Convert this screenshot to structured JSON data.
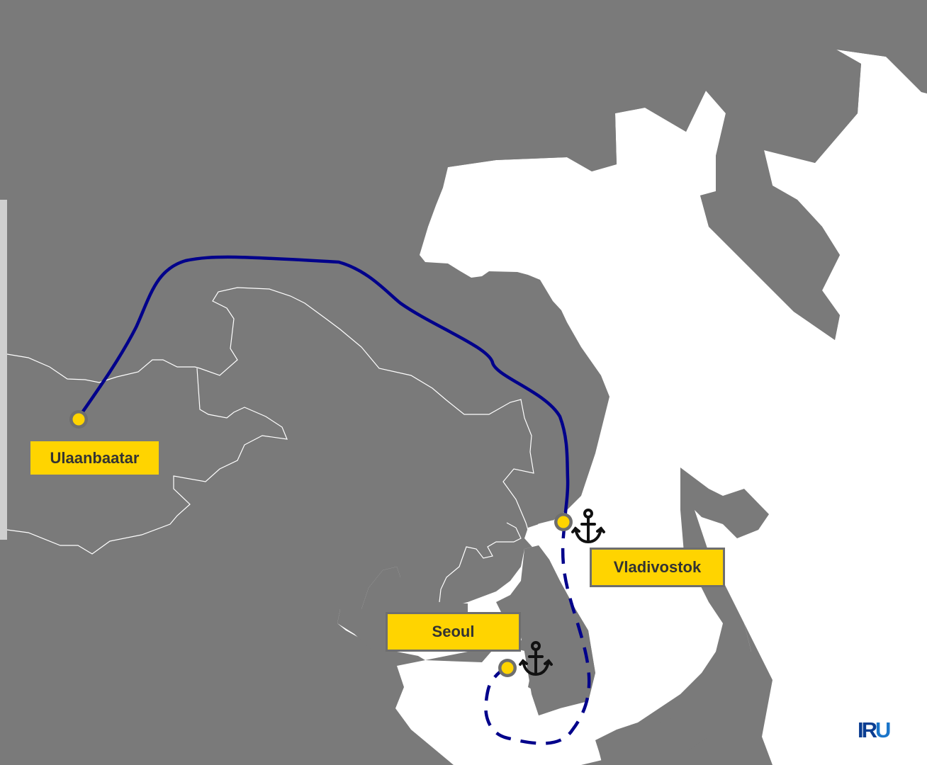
{
  "map": {
    "colors": {
      "land": "#7a7a7a",
      "sea": "#ffffff",
      "border": "#ffffff",
      "route": "#00008B",
      "marker_fill": "#FFD400",
      "marker_stroke": "#6e6e6e",
      "label_bg": "#FFD400",
      "label_text": "#333333"
    },
    "cities": [
      {
        "id": "ulaanbaatar",
        "label": "Ulaanbaatar",
        "port": false
      },
      {
        "id": "vladivostok",
        "label": "Vladivostok",
        "port": true,
        "icon": "anchor-icon"
      },
      {
        "id": "seoul",
        "label": "Seoul",
        "port": true,
        "icon": "anchor-icon"
      }
    ],
    "routes": [
      {
        "type": "road",
        "style": "solid",
        "from": "Ulaanbaatar",
        "to": "Vladivostok"
      },
      {
        "type": "sea",
        "style": "dashed",
        "from": "Vladivostok",
        "to": "Seoul"
      }
    ]
  },
  "logo": {
    "text_a": "IR",
    "text_b": "U"
  }
}
